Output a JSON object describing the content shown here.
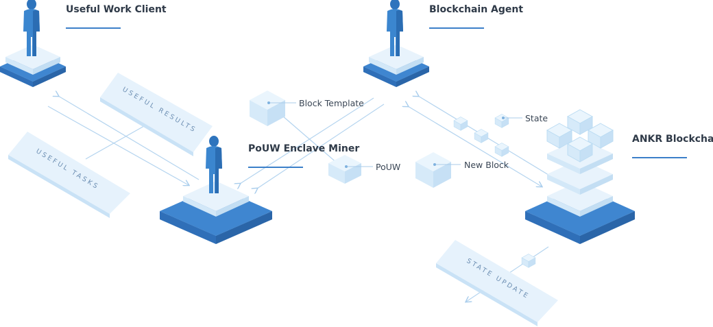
{
  "nodes": {
    "useful_work_client": "Useful Work Client",
    "blockchain_agent": "Blockchain Agent",
    "poUW_enclave_miner": "PoUW Enclave Miner",
    "ankr_blockchain": "ANKR Blockchain"
  },
  "labels": {
    "block_template": "Block Template",
    "pouw": "PoUW",
    "state": "State",
    "new_block": "New Block"
  },
  "ribbons": {
    "useful_results": "USEFUL RESULTS",
    "useful_tasks": "USEFUL TASKS",
    "state_update": "STATE UPDATE"
  },
  "colors": {
    "accent": "#3b7fc9",
    "person": "#3b86cf",
    "tile_light": "#e8f3fc",
    "tile_mid": "#c9e2f6",
    "tile_dark": "#3f86d0"
  }
}
